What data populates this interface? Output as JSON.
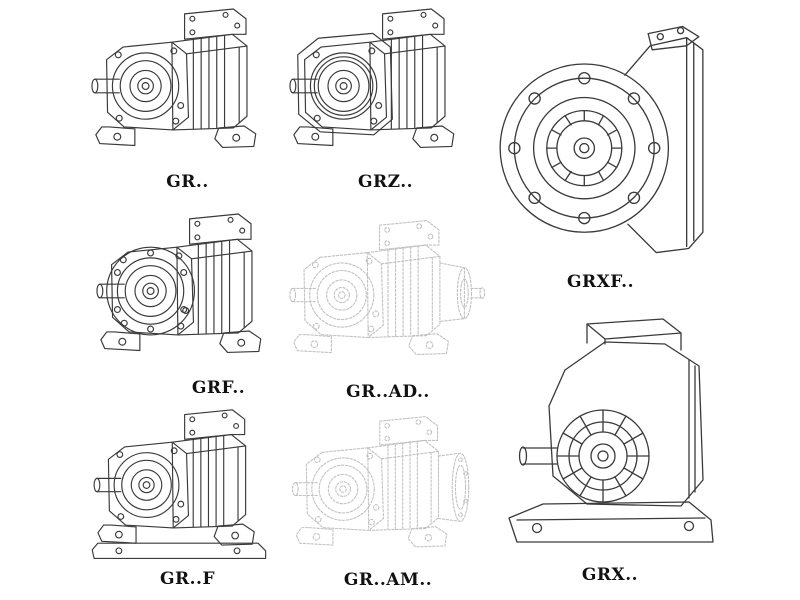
{
  "page": {
    "background": "#ffffff",
    "description": "Catalog sheet of helical gear reducer model line drawings"
  },
  "colors": {
    "line": "#3a3a3a",
    "ghost_line": "#c2c2c2",
    "label_text": "#111111"
  },
  "models": [
    {
      "label": "GR..",
      "rendering": "solid"
    },
    {
      "label": "GRZ..",
      "rendering": "solid"
    },
    {
      "label": "GRXF..",
      "rendering": "solid"
    },
    {
      "label": "GRF..",
      "rendering": "solid"
    },
    {
      "label": "GR..AD..",
      "rendering": "ghost"
    },
    {
      "label": "GRX..",
      "rendering": "solid"
    },
    {
      "label": "GR..F",
      "rendering": "solid"
    },
    {
      "label": "GR..AM..",
      "rendering": "ghost"
    }
  ]
}
